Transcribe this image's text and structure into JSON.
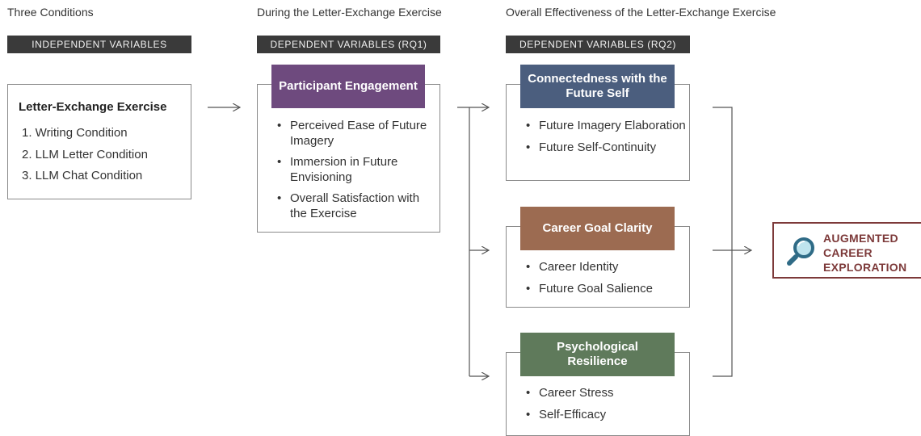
{
  "columns": {
    "col1": "Three Conditions",
    "col2": "During the Letter-Exchange Exercise",
    "col3": "Overall Effectiveness of the Letter-Exchange Exercise"
  },
  "labels": {
    "independent": "INDEPENDENT VARIABLES",
    "rq1": "DEPENDENT VARIABLES (RQ1)",
    "rq2": "DEPENDENT VARIABLES (RQ2)"
  },
  "conditions": {
    "title": "Letter-Exchange Exercise",
    "items": [
      "1. Writing Condition",
      "2. LLM Letter Condition",
      "3. LLM Chat Condition"
    ]
  },
  "engagement": {
    "title": "Participant Engagement",
    "color": "#6e4a7e",
    "items": [
      "Perceived Ease of Future Imagery",
      "Immersion in Future Envisioning",
      "Overall Satisfaction with the Exercise"
    ]
  },
  "connectedness": {
    "title": "Connectedness with the Future Self",
    "color": "#4b5e7e",
    "items": [
      "Future Imagery Elaboration",
      "Future Self-Continuity"
    ]
  },
  "career_goal": {
    "title": "Career Goal Clarity",
    "color": "#9c6b51",
    "items": [
      "Career Identity",
      "Future Goal Salience"
    ]
  },
  "resilience": {
    "title": "Psychological Resilience",
    "color": "#5f7a5b",
    "items": [
      "Career Stress",
      "Self-Efficacy"
    ]
  },
  "outcome": {
    "title": "AUGMENTED CAREER EXPLORATION",
    "color": "#7d3a3a",
    "icon": "magnifier-icon"
  }
}
